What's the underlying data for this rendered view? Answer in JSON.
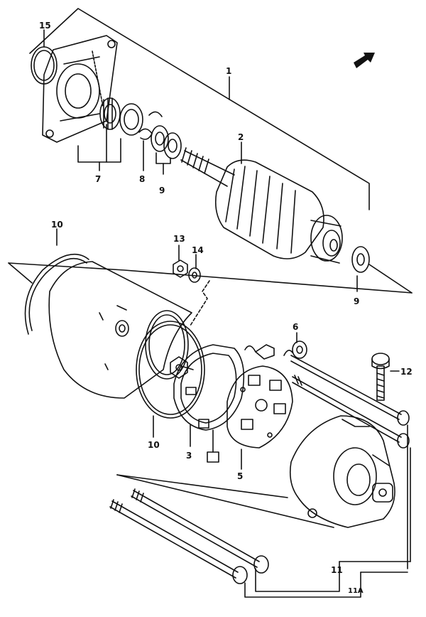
{
  "diagram": {
    "labels": {
      "l1": "1",
      "l2": "2",
      "l3": "3",
      "l5": "5",
      "l6": "6",
      "l7": "7",
      "l8": "8",
      "l9a": "9",
      "l9b": "9",
      "l10a": "10",
      "l10b": "10",
      "l11": "11",
      "l11a": "11A",
      "l12": "12",
      "l13": "13",
      "l14": "14",
      "l15": "15"
    },
    "icons": {
      "direction_arrow": "arrow-icon"
    },
    "colors": {
      "ink": "#111111",
      "paper": "#ffffff"
    }
  }
}
